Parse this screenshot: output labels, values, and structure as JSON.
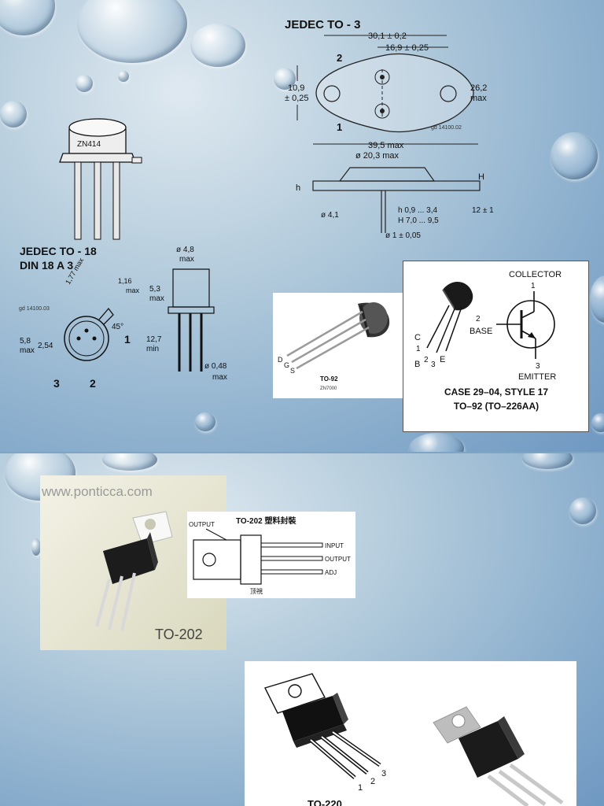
{
  "slide1": {
    "to3": {
      "title": "JEDEC TO - 3",
      "dim_width": "30,1 ± 0,2",
      "dim_hole_spacing": "16,9 ± 0,25",
      "dim_height_left": "10,9",
      "dim_height_left_tol": "± 0,25",
      "dim_height_right": "26,2",
      "dim_height_right_unit": "max",
      "pin2": "2",
      "pin1": "1",
      "code": "gd 14100.02",
      "dim_length": "39,5 max",
      "dim_dia": "ø 20,3 max",
      "dim_H": "H",
      "dim_h": "h",
      "dim_hole": "ø 4,1",
      "h_range": "h   0,9 ... 3,4",
      "H_range": "H   7,0 ... 9,5",
      "dim_lead": "12 ± 1",
      "dim_pin": "ø 1 ± 0,05"
    },
    "to18": {
      "label": "ZN414",
      "title_line1": "JEDEC TO - 18",
      "title_line2": "DIN 18 A 3",
      "dim_top": "ø 4,8",
      "dim_top_unit": "max",
      "dim_53": "5,3",
      "dim_53_unit": "max",
      "dim_127": "12,7",
      "dim_127_unit": "min",
      "dim_048": "ø 0,48",
      "dim_048_unit": "max",
      "dim_177": "1,77 max",
      "dim_116": "1,16",
      "dim_116_unit": "max",
      "dim_58": "5,8",
      "dim_58_unit": "max",
      "dim_254": "2,54",
      "dim_45": "45°",
      "pin1": "1",
      "pin2": "2",
      "pin3": "3",
      "code": "gd 14100.03"
    },
    "to92_zn": {
      "title": "TO-92",
      "sub": "ZN7000",
      "pin_d": "D",
      "pin_g": "G",
      "pin_s": "S"
    },
    "to92_case": {
      "collector": "COLLECTOR",
      "collector_pin": "1",
      "base_pin": "2",
      "base": "BASE",
      "emitter_pin": "3",
      "emitter": "EMITTER",
      "pin_c": "C",
      "pin_b": "B",
      "nums": "1",
      "n2": "2",
      "n3": "3",
      "pin_e": "E",
      "caption1": "CASE 29–04, STYLE 17",
      "caption2": "TO–92 (TO–226AA)"
    }
  },
  "slide2": {
    "to202_photo": {
      "watermark": "www.ponticca.com",
      "label": "TO-202"
    },
    "to202_diagram": {
      "title": "TO-202 塑料封裝",
      "output_top": "OUTPUT",
      "input": "INPUT",
      "output": "OUTPUT",
      "adj": "ADJ",
      "footer": "顶視"
    },
    "to220": {
      "label": "TO-220",
      "pin1": "1",
      "pin2": "2",
      "pin3": "3"
    }
  },
  "colors": {
    "background_top": "#dfe9f0",
    "background_bottom": "#6f98c2",
    "line": "#222222"
  }
}
